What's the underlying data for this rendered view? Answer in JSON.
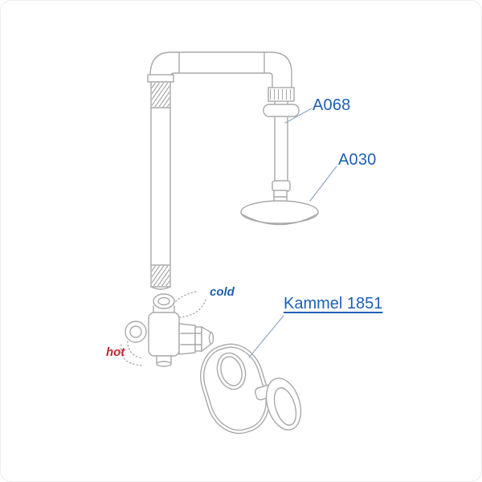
{
  "labels": {
    "a068": "A068",
    "a030": "A030",
    "mixer_model": "Kammel 1851",
    "cold": "cold",
    "hot": "hot"
  },
  "colors": {
    "line": "#a9a9a9",
    "label_blue": "#1e5fb4",
    "label_red": "#c9252b",
    "background": "#ffffff"
  }
}
